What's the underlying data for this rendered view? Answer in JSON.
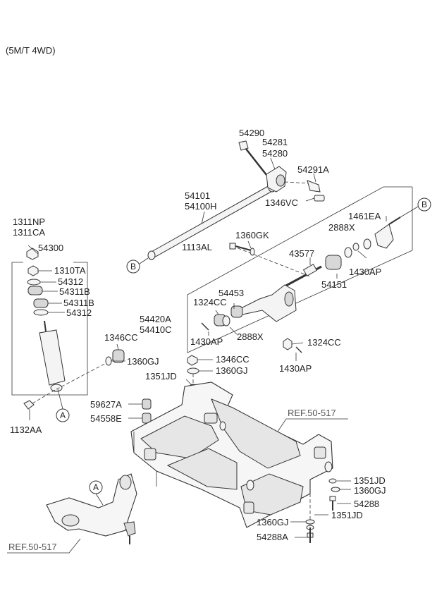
{
  "header": {
    "model_note": "(5M/T 4WD)"
  },
  "refs": {
    "frame_ref": "REF.50-517",
    "arm_ref": "REF.50-517"
  },
  "callouts": {
    "a": "A",
    "b": "B"
  },
  "parts": {
    "p54290": "54290",
    "p54281": "54281",
    "p54280": "54280",
    "p54291A": "54291A",
    "p1346VC": "1346VC",
    "p54101": "54101",
    "p54100H": "54100H",
    "p1360GK": "1360GK",
    "p1113AL": "1113AL",
    "p1461EA": "1461EA",
    "p2888X_top": "2888X",
    "p43577": "43577",
    "p1430AP_right": "1430AP",
    "p54151": "54151",
    "p54453": "54453",
    "p1324CC_left": "1324CC",
    "p54420A": "54420A",
    "p54410C": "54410C",
    "p2888X_bottom": "2888X",
    "p1430AP_left": "1430AP",
    "p1324CC_right": "1324CC",
    "p1430AP_bottom": "1430AP",
    "p1311NP": "1311NP",
    "p1311CA": "1311CA",
    "p54300": "54300",
    "p1310TA": "1310TA",
    "p54312_top": "54312",
    "p54311B_top": "54311B",
    "p54311B_bottom": "54311B",
    "p54312_bottom": "54312",
    "p1346CC_left": "1346CC",
    "p1360GJ_left": "1360GJ",
    "p1346CC_center": "1346CC",
    "p1360GJ_center": "1360GJ",
    "p1351JD_left": "1351JD",
    "p59627A": "59627A",
    "p54558E": "54558E",
    "p1132AA": "1132AA",
    "p1351JD_right_top": "1351JD",
    "p1360GJ_right": "1360GJ",
    "p54288": "54288",
    "p1360GJ_bottom": "1360GJ",
    "p1351JD_right_bottom": "1351JD",
    "p54288A": "54288A"
  }
}
